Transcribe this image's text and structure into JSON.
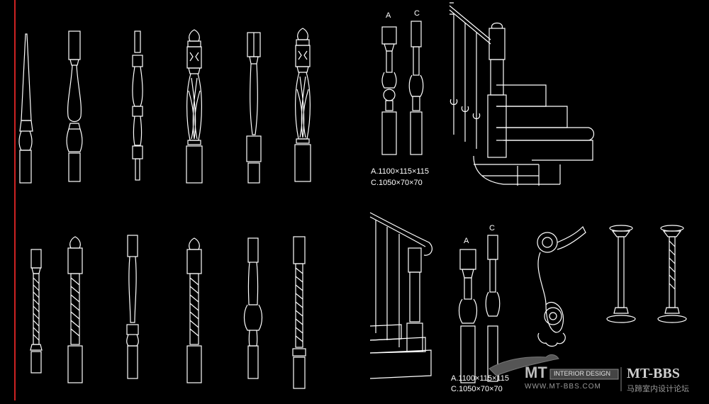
{
  "colors": {
    "background": "#000000",
    "line": "#ffffff",
    "margin_line": "#cc2222",
    "watermark": "#9a9a9a"
  },
  "sheet_top": {
    "letter_a": "A",
    "letter_c": "C",
    "spec_a": "A.1100×115×115",
    "spec_c": "C.1050×70×70"
  },
  "sheet_bottom": {
    "letter_a": "A",
    "letter_c": "C",
    "spec_a": "A.1100×115×115",
    "spec_c": "C.1050×70×70"
  },
  "watermark": {
    "mt": "MT",
    "badge": "INTERIOR DESIGN",
    "url": "WWW.MT-BBS.COM",
    "bbs": "MT-BBS",
    "cn": "马蹄室内设计论坛"
  }
}
